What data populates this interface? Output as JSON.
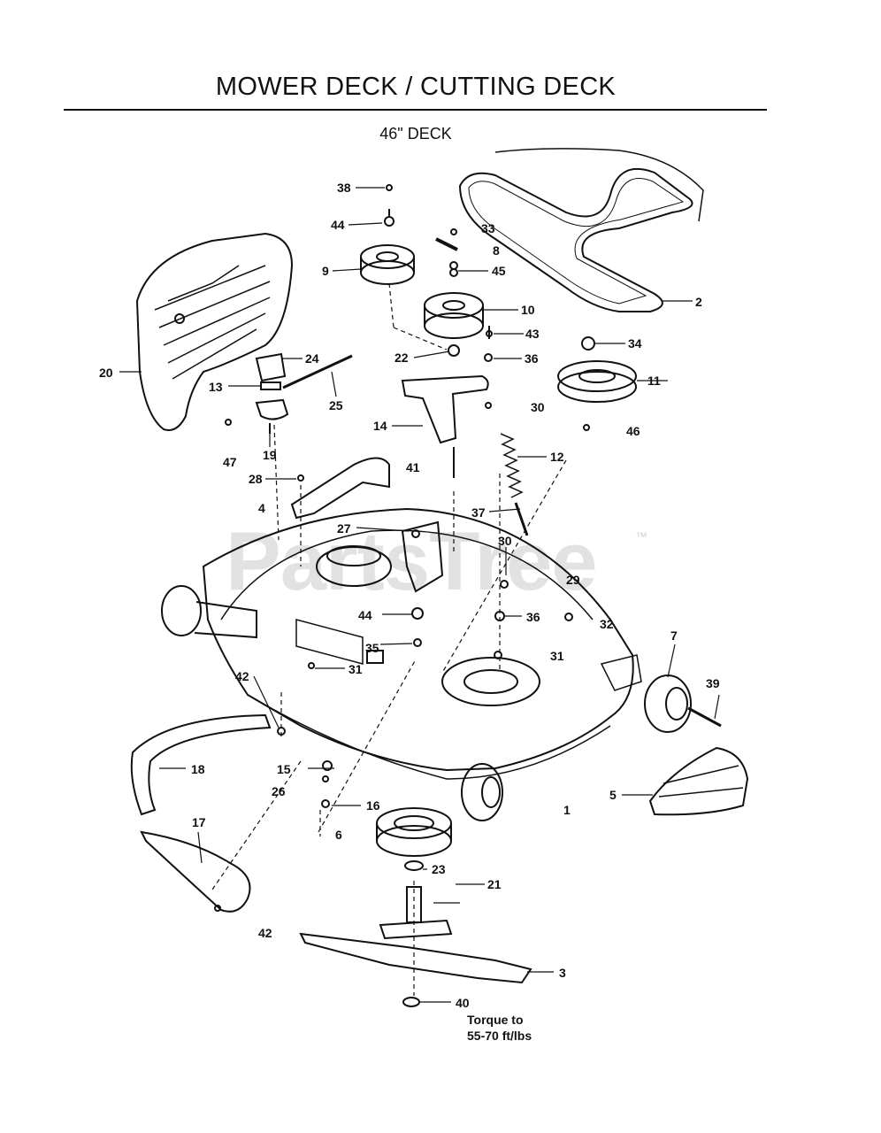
{
  "header": {
    "title": "MOWER DECK / CUTTING DECK",
    "subtitle": "46\" DECK"
  },
  "watermark": {
    "text": "PartsTree",
    "tm": "™"
  },
  "callouts": {
    "c38": "38",
    "c44a": "44",
    "c33": "33",
    "c8": "8",
    "c45": "45",
    "c9": "9",
    "c2": "2",
    "c10": "10",
    "c43": "43",
    "c34": "34",
    "c22": "22",
    "c36a": "36",
    "c20": "20",
    "c24": "24",
    "c13": "13",
    "c25": "25",
    "c11": "11",
    "c30a": "30",
    "c14": "14",
    "c46": "46",
    "c19": "19",
    "c47": "47",
    "c12": "12",
    "c41": "41",
    "c28": "28",
    "c4": "4",
    "c37": "37",
    "c27": "27",
    "c30b": "30",
    "c29": "29",
    "c44b": "44",
    "c36b": "36",
    "c32": "32",
    "c35": "35",
    "c7": "7",
    "c31a": "31",
    "c39": "39",
    "c42a": "42",
    "c31b": "31",
    "c18": "18",
    "c15": "15",
    "c26": "26",
    "c5": "5",
    "c16": "16",
    "c1": "1",
    "c17": "17",
    "c6": "6",
    "c23": "23",
    "c21": "21",
    "c42b": "42",
    "c3": "3",
    "c40": "40"
  },
  "note": {
    "line1": "Torque to",
    "line2": "55-70 ft/lbs"
  }
}
